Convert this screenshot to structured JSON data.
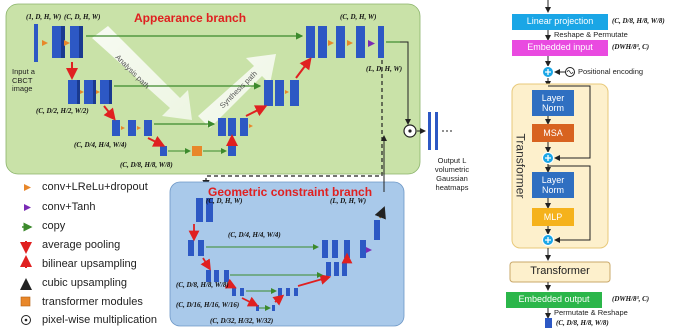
{
  "appearance_branch": {
    "title": "Appearance branch",
    "input_label": "Input a CBCT image",
    "analysis_label": "Analysis path",
    "synthesis_label": "Synthesis path",
    "dims": {
      "top_in": "(1, D, H, W)",
      "top_c": "(C, D, H, W)",
      "top_out": "(C, D, H, W)",
      "out_l": "(L, D, H, W)",
      "lvl2": "(C, D/2, H/2, W/2)",
      "lvl3": "(C, D/4, H/4, W/4)",
      "lvl4": "(C, D/8, H/8, W/8)"
    }
  },
  "output_label": "Output L volumetric Gaussian heatmaps",
  "geometric_branch": {
    "title": "Geometric constraint branch",
    "dims": {
      "in": "(C, D, H, W)",
      "out": "(L, D, H, W)",
      "lvl2": "(C, D/4, H/4, W/4)",
      "lvl3": "(C, D/8, H/8, W/8)",
      "lvl4": "(C, D/16, H/16, W/16)",
      "lvl5": "(C, D/32, H/32, W/32)"
    }
  },
  "legend": [
    {
      "icon": "orange-triangle-icon",
      "text": "conv+LReLu+dropout",
      "color": "#e8872a"
    },
    {
      "icon": "purple-triangle-icon",
      "text": "conv+Tanh",
      "color": "#7a2bb5"
    },
    {
      "icon": "green-arrow-icon",
      "text": "copy",
      "color": "#3c8a2c"
    },
    {
      "icon": "red-down-arrow-icon",
      "text": "average pooling",
      "color": "#e02020"
    },
    {
      "icon": "red-up-arrow-icon",
      "text": "bilinear upsampling",
      "color": "#e02020"
    },
    {
      "icon": "brown-up-arrow-icon",
      "text": "cubic upsampling",
      "color": "#a06a1e"
    },
    {
      "icon": "orange-cube-icon",
      "text": "transformer modules",
      "color": "#e8872a"
    },
    {
      "icon": "odot-icon",
      "text": "pixel-wise multiplication",
      "color": "#222222"
    }
  ],
  "transformer": {
    "linear_projection": "Linear projection",
    "linear_dim": "(C, D/8, H/8, W/8)",
    "reshape_label": "Reshape & Permutate",
    "embedded_input": "Embedded input",
    "embedded_input_dim": "(DWH/8³, C)",
    "positional_encoding": "Positional encoding",
    "transformer_label": "Transformer",
    "layer_norm_1": "Layer Norm",
    "msa": "MSA",
    "layer_norm_2": "Layer Norm",
    "mlp": "MLP",
    "transformer_box": "Transformer",
    "embedded_output": "Embedded output",
    "embedded_output_dim": "(DWH/8³, C)",
    "permute_label": "Permutate & Reshape",
    "final_dim": "(C, D/8, H/8, W/8)"
  },
  "colors": {
    "appearance_bg": "#c9e2a8",
    "geometric_bg": "#a9c9ea",
    "block_blue": "#2d58c4",
    "linear_projection": "#1aa6e6",
    "embedded_input": "#e94ae0",
    "embedded_output": "#2bb64a",
    "transformer_bg": "#fdf0cc",
    "msa": "#d86320",
    "mlp": "#f5b21c",
    "layer_norm": "#2f6fc1"
  }
}
